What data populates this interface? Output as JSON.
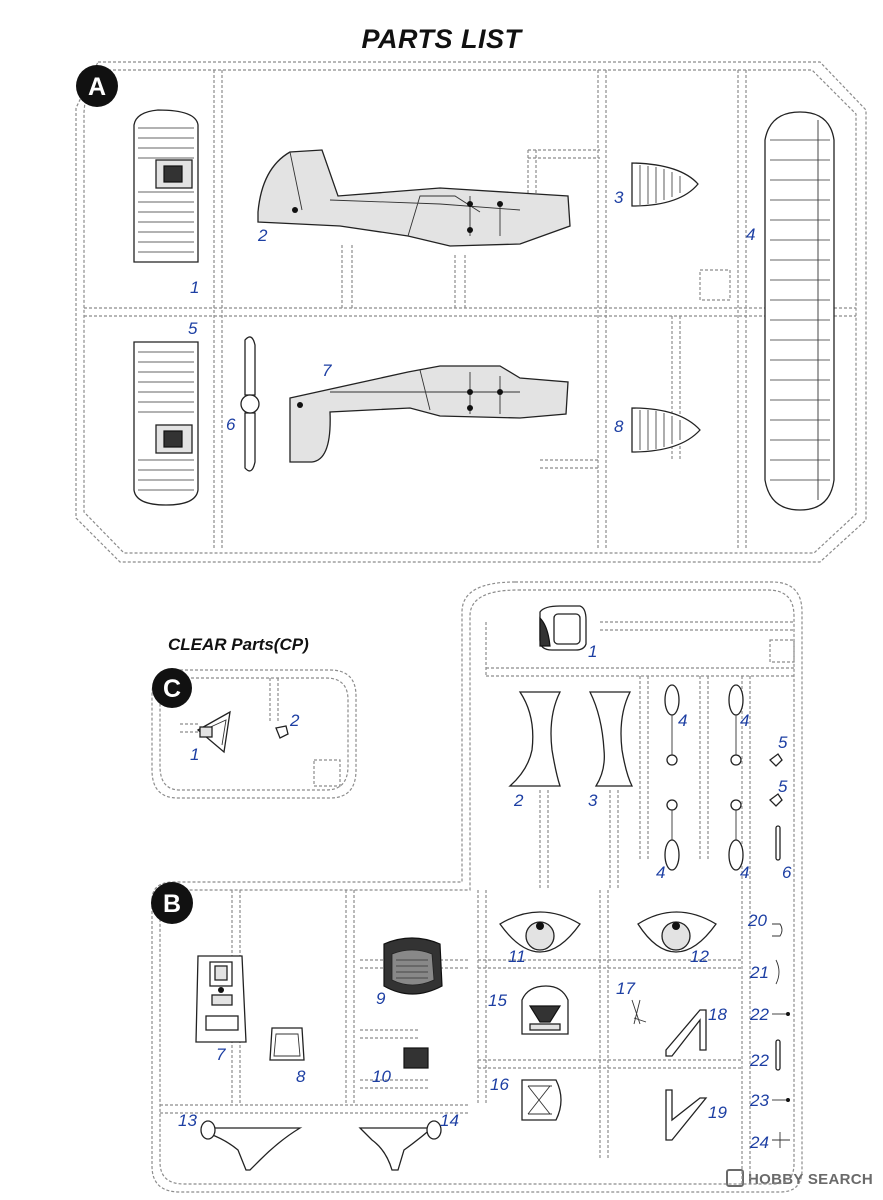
{
  "header": {
    "title": "PARTS LIST"
  },
  "sprue_a": {
    "letter": "A",
    "part_numbers": [
      "1",
      "2",
      "3",
      "4",
      "5",
      "6",
      "7",
      "8"
    ]
  },
  "clear_parts": {
    "heading": "CLEAR Parts(CP)",
    "letter": "C",
    "part_numbers": [
      "1",
      "2"
    ]
  },
  "sprue_b": {
    "letter": "B",
    "part_numbers": [
      "1",
      "2",
      "3",
      "4",
      "4",
      "4",
      "4",
      "5",
      "5",
      "6",
      "7",
      "8",
      "9",
      "10",
      "11",
      "12",
      "13",
      "14",
      "15",
      "16",
      "17",
      "18",
      "19",
      "20",
      "21",
      "22",
      "22",
      "23",
      "24"
    ]
  },
  "watermark": {
    "text": "HOBBY SEARCH"
  },
  "colors": {
    "label_blue": "#1d3fa3",
    "badge_black": "#111111",
    "sprue_gray": "#8c8c8c"
  }
}
